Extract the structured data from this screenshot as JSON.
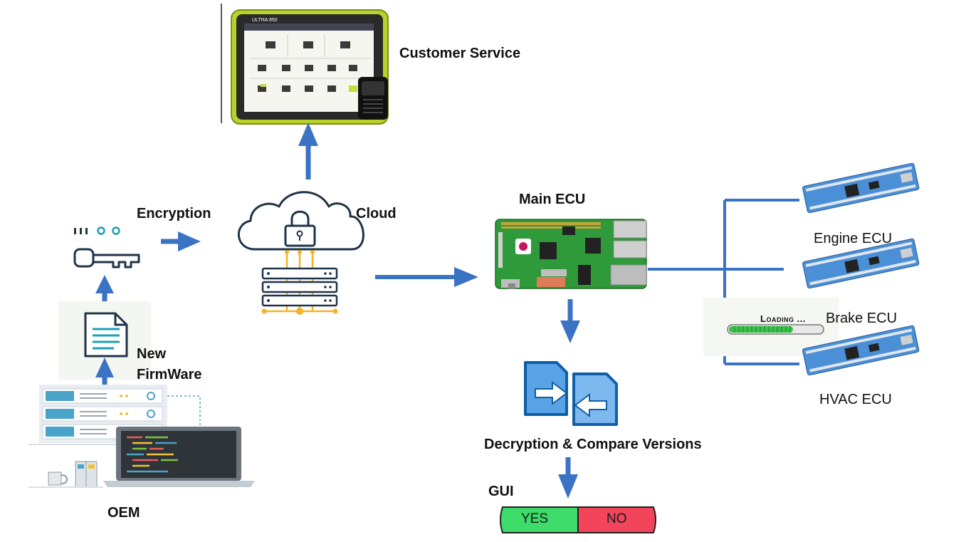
{
  "labels": {
    "customer_service": "Customer Service",
    "encryption": "Encryption",
    "cloud": "Cloud",
    "main_ecu": "Main ECU",
    "engine_ecu": "Engine ECU",
    "brake_ecu": "Brake ECU",
    "hvac_ecu": "HVAC ECU",
    "loading": "Loading ...",
    "new_firmware_line1": "New",
    "new_firmware_line2": "FirmWare",
    "oem": "OEM",
    "decryption": "Decryption & Compare Versions",
    "gui": "GUI",
    "yes": "YES",
    "no": "NO",
    "tablet_header": "ULTRA 850"
  },
  "colors": {
    "arrow_blue": "#3b73c4",
    "tablet_green": "#b9d12a",
    "cloud_gold": "#f5b324",
    "board_green": "#2e9a3a",
    "stm_blue": "#4b8fd6",
    "yes_green": "#3ddc6a",
    "no_red": "#f2445a",
    "loading_green": "#39c24a"
  },
  "icons": [
    "tablet-icon",
    "key-icon",
    "document-icon",
    "cloud-lock-icon",
    "server-icon",
    "raspberry-pi-board-icon",
    "stm32-board-icon",
    "compare-icon",
    "oem-workstation-icon"
  ]
}
